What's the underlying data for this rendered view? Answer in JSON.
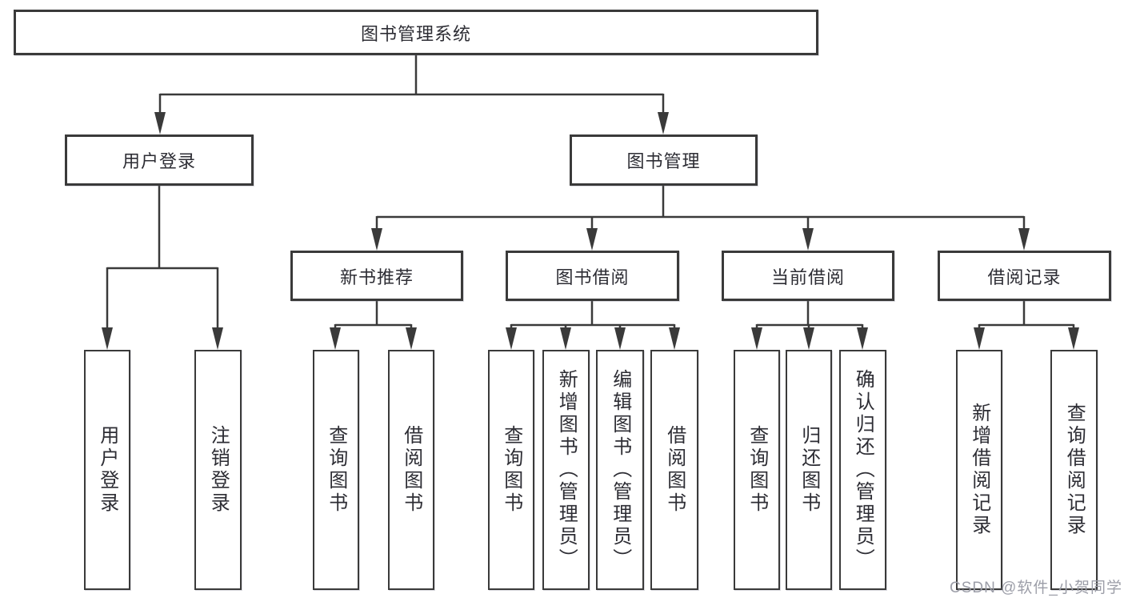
{
  "diagram": {
    "type": "tree",
    "title": "图书管理系统",
    "colors": {
      "line": "#3a3a3a",
      "box_border": "#3a3a3a",
      "box_background": "#ffffff",
      "text": "#2d2d34",
      "watermark": "#9c9ea8"
    },
    "root": {
      "label": "图书管理系统",
      "children": [
        "用户登录",
        "图书管理"
      ]
    },
    "level2": [
      {
        "label": "用户登录",
        "children": [
          "用户登录",
          "注销登录"
        ]
      },
      {
        "label": "图书管理",
        "children": [
          "新书推荐",
          "图书借阅",
          "当前借阅",
          "借阅记录"
        ]
      }
    ],
    "level3": [
      {
        "label": "新书推荐",
        "children": [
          "查询图书",
          "借阅图书"
        ]
      },
      {
        "label": "图书借阅",
        "children": [
          "查询图书",
          "新增图书（管理员）",
          "编辑图书（管理员）",
          "借阅图书"
        ]
      },
      {
        "label": "当前借阅",
        "children": [
          "查询图书",
          "归还图书",
          "确认归还（管理员）"
        ]
      },
      {
        "label": "借阅记录",
        "children": [
          "新增借阅记录",
          "查询借阅记录"
        ]
      }
    ],
    "leaves": [
      {
        "label": "用户登录",
        "parent": "用户登录"
      },
      {
        "label": "注销登录",
        "parent": "用户登录"
      },
      {
        "label": "查询图书",
        "parent": "新书推荐"
      },
      {
        "label": "借阅图书",
        "parent": "新书推荐"
      },
      {
        "label": "查询图书",
        "parent": "图书借阅"
      },
      {
        "label": "新增图书（管理员）",
        "parent": "图书借阅"
      },
      {
        "label": "编辑图书（管理员）",
        "parent": "图书借阅"
      },
      {
        "label": "借阅图书",
        "parent": "图书借阅"
      },
      {
        "label": "查询图书",
        "parent": "当前借阅"
      },
      {
        "label": "归还图书",
        "parent": "当前借阅"
      },
      {
        "label": "确认归还（管理员）",
        "parent": "当前借阅"
      },
      {
        "label": "新增借阅记录",
        "parent": "借阅记录"
      },
      {
        "label": "查询借阅记录",
        "parent": "借阅记录"
      }
    ],
    "watermark": "CSDN @软件_小贺同学"
  }
}
